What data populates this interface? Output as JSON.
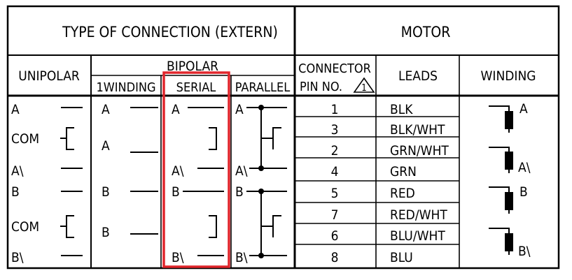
{
  "header": {
    "connection_title": "TYPE  OF  CONNECTION  (EXTERN)",
    "motor_title": "MOTOR"
  },
  "columns": {
    "unipolar": "UNIPOLAR",
    "bipolar": "BIPOLAR",
    "one_winding": "1WINDING",
    "serial": "SERIAL",
    "parallel": "PARALLEL",
    "connector_line1": "CONNECTOR",
    "connector_line2": "PIN  NO.",
    "connector_note_mark": "1",
    "leads": "LEADS",
    "winding": "WINDING"
  },
  "unipolar_labels": [
    "A",
    "COM",
    "A\\",
    "B",
    "COM",
    "B\\"
  ],
  "one_winding_labels": [
    "A",
    "A",
    "B",
    "B"
  ],
  "serial_labels": [
    "A",
    "A\\",
    "B",
    "B\\"
  ],
  "parallel_labels": [
    "A",
    "A\\",
    "B",
    "B\\"
  ],
  "connector_table": [
    {
      "pin": "1",
      "lead": "BLK"
    },
    {
      "pin": "3",
      "lead": "BLK/WHT"
    },
    {
      "pin": "2",
      "lead": "GRN/WHT"
    },
    {
      "pin": "4",
      "lead": "GRN"
    },
    {
      "pin": "5",
      "lead": "RED"
    },
    {
      "pin": "7",
      "lead": "RED/WHT"
    },
    {
      "pin": "6",
      "lead": "BLU/WHT"
    },
    {
      "pin": "8",
      "lead": "BLU"
    }
  ],
  "winding_labels": [
    "A",
    "A\\",
    "B",
    "B\\"
  ],
  "highlight_color": "#e0252b"
}
